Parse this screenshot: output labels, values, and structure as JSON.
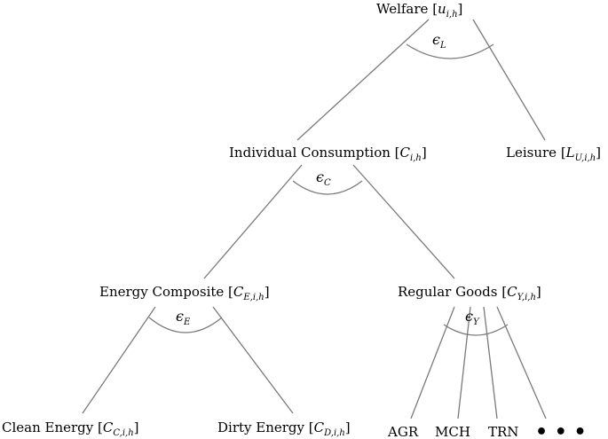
{
  "nodes": {
    "welfare": {
      "label": "Welfare",
      "var": "u",
      "sub": "i,h"
    },
    "leisure": {
      "label": "Leisure",
      "var": "L",
      "sub": "U,i,h"
    },
    "consumption": {
      "label": "Individual Consumption",
      "var": "C",
      "sub": "i,h"
    },
    "energy_composite": {
      "label": "Energy Composite",
      "var": "C",
      "sub": "E,i,h"
    },
    "regular_goods": {
      "label": "Regular Goods",
      "var": "C",
      "sub": "Y,i,h"
    },
    "clean_energy": {
      "label": "Clean Energy",
      "var": "C",
      "sub": "C,i,h"
    },
    "dirty_energy": {
      "label": "Dirty Energy",
      "var": "C",
      "sub": "D,i,h"
    },
    "sectors": [
      "AGR",
      "MCH",
      "TRN"
    ],
    "ellipsis": "• • •"
  },
  "elasticities": {
    "welfare": {
      "symbol": "ϵ",
      "sub": "L"
    },
    "consumption": {
      "symbol": "ϵ",
      "sub": "C"
    },
    "energy": {
      "symbol": "ϵ",
      "sub": "E"
    },
    "goods": {
      "symbol": "ϵ",
      "sub": "Y"
    }
  }
}
